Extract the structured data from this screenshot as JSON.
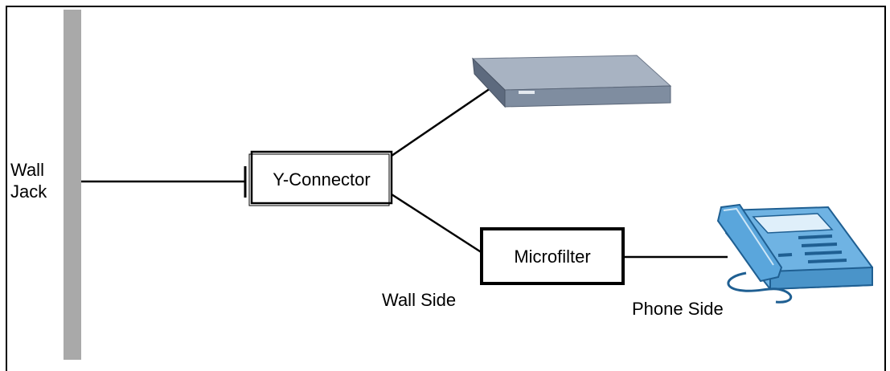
{
  "labels": {
    "wall_jack_line1": "Wall",
    "wall_jack_line2": "Jack",
    "y_connector": "Y-Connector",
    "microfilter": "Microfilter",
    "wall_side": "Wall Side",
    "phone_side": "Phone Side"
  },
  "devices": {
    "modem_icon": "adsl-modem-icon",
    "phone_icon": "telephone-icon"
  },
  "colors": {
    "wall_bar": "#a9a9a9",
    "modem_top": "#a8b3c2",
    "modem_front": "#7f8da0",
    "phone": "#5aa6dc",
    "phone_dark": "#1f5f92"
  }
}
